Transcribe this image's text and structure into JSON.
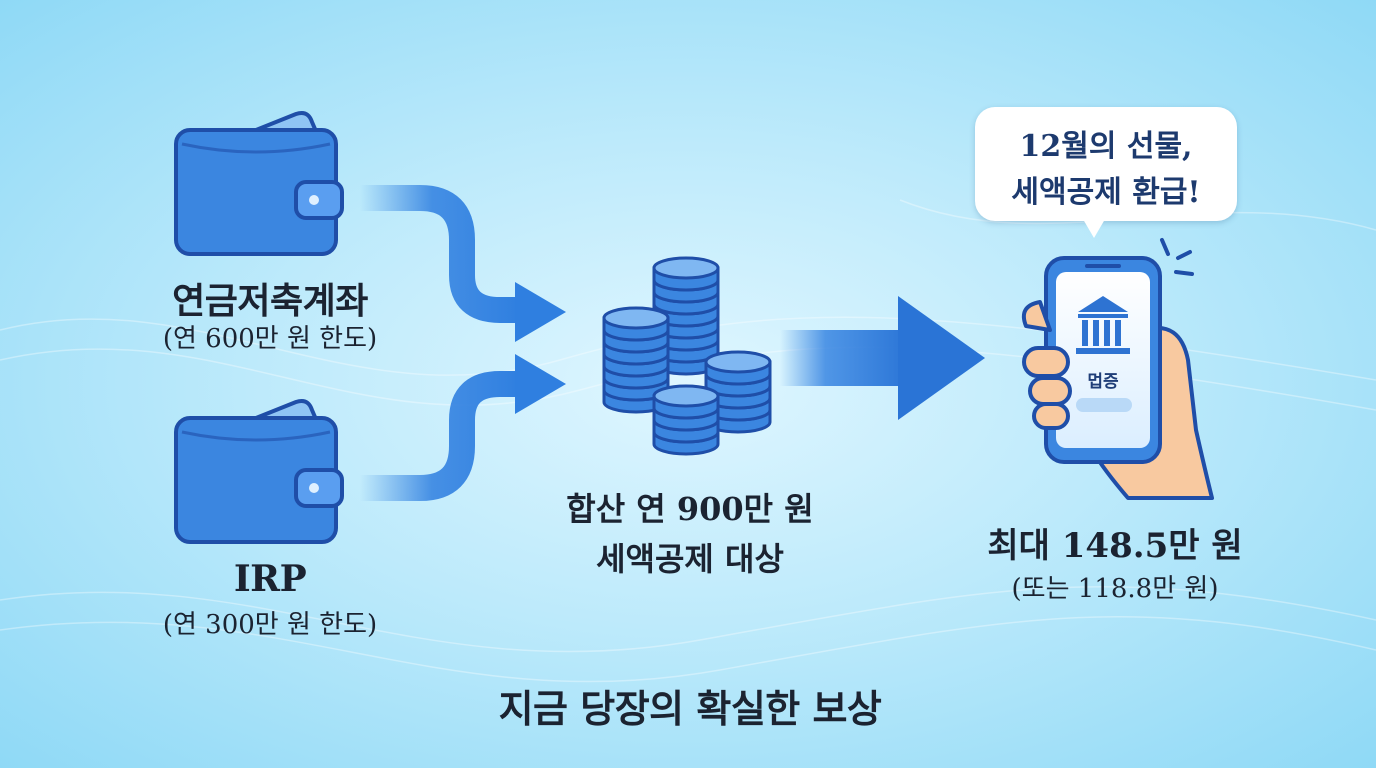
{
  "wallet_top": {
    "title": "연금저축계좌",
    "limit": "(연 600만 원 한도)"
  },
  "wallet_bottom": {
    "title": "IRP",
    "limit": "(연 300만 원 한도)"
  },
  "combined": {
    "line1": "합산 연 900만 원",
    "line2": "세액공제 대상"
  },
  "bubble": {
    "line1": "12월의 선물,",
    "line2": "세액공제 환급!"
  },
  "phone": {
    "screen_text": "멉증"
  },
  "result": {
    "main": "최대 148.5만 원",
    "alt": "(또는 118.8만 원)"
  },
  "footer": {
    "caption": "지금 당장의 확실한 보상"
  },
  "icons": [
    "wallet-icon",
    "coin-stack-icon",
    "arrow-icon",
    "smartphone-icon",
    "bank-icon",
    "hand-icon"
  ],
  "colors": {
    "primary_blue": "#3a7fd8",
    "dark_outline": "#1f4ea8",
    "light_blue": "#8cc2f5",
    "skin": "#f8c9a0"
  }
}
